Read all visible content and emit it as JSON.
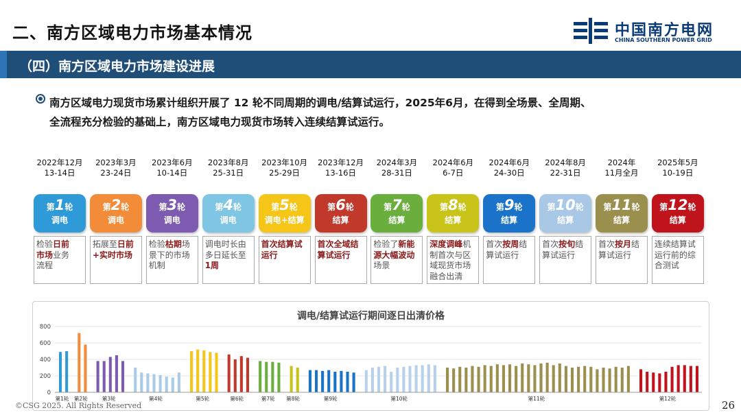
{
  "header": {
    "title": "二、南方区域电力市场基本情况",
    "logo_cn": "中国南方电网",
    "logo_en": "CHINA SOUTHERN POWER GRID",
    "brand_color": "#0b3a78"
  },
  "section": {
    "subtitle": "（四）南方区域电力市场建设进展",
    "bar_color": "#1f4e79"
  },
  "bullet": {
    "line1": "南方区域电力现货市场累计组织开展了 12 轮不同周期的调电/结算试运行，2025年6月，在得到全场景、全周期、",
    "line2": "全流程充分检验的基础上，南方区域电力现货市场转入连续结算试运行。"
  },
  "rounds": [
    {
      "date1": "2022年12月",
      "date2": "13-14日",
      "prefix": "第",
      "num": "1",
      "suffix": "轮",
      "type": "调电",
      "color": "#2e9bd8",
      "desc": [
        {
          "t": "检验"
        },
        {
          "t": "日前",
          "h": true
        },
        {
          "t": "\n"
        },
        {
          "t": "市场",
          "h": true
        },
        {
          "t": "业务\n流程"
        }
      ]
    },
    {
      "date1": "2023年3月",
      "date2": "23-24日",
      "prefix": "第",
      "num": "2",
      "suffix": "轮",
      "type": "调电",
      "color": "#f28c38",
      "desc": [
        {
          "t": "拓展至"
        },
        {
          "t": "日前\n+实时市场",
          "h": true
        }
      ]
    },
    {
      "date1": "2023年6月",
      "date2": "10-14日",
      "prefix": "第",
      "num": "3",
      "suffix": "轮",
      "type": "调电",
      "color": "#7c5bb0",
      "desc": [
        {
          "t": "检验"
        },
        {
          "t": "枯期",
          "h": true
        },
        {
          "t": "场\n景下的市场\n机制"
        }
      ]
    },
    {
      "date1": "2023年8月",
      "date2": "25-31日",
      "prefix": "第",
      "num": "4",
      "suffix": "轮",
      "type": "调电",
      "color": "#7fc6e4",
      "desc": [
        {
          "t": "调电时长由\n多日延长至\n"
        },
        {
          "t": "1周",
          "h": true
        }
      ]
    },
    {
      "date1": "2023年10月",
      "date2": "25-29日",
      "prefix": "第",
      "num": "5",
      "suffix": "轮",
      "type": "调电+结算",
      "color": "#f5c518",
      "desc": [
        {
          "t": "首次结算试\n运行",
          "h": true
        }
      ]
    },
    {
      "date1": "2023年12月",
      "date2": "13-16日",
      "prefix": "第",
      "num": "6",
      "suffix": "轮",
      "type": "结算",
      "color": "#c0392b",
      "desc": [
        {
          "t": "首次全域结\n算试运行",
          "h": true
        }
      ]
    },
    {
      "date1": "2024年3月",
      "date2": "28-31日",
      "prefix": "第",
      "num": "7",
      "suffix": "轮",
      "type": "结算",
      "color": "#6aaf3d",
      "desc": [
        {
          "t": "检验了"
        },
        {
          "t": "新能\n源大幅波动",
          "h": true
        },
        {
          "t": "\n场景"
        }
      ]
    },
    {
      "date1": "2024年6月",
      "date2": "6-7日",
      "prefix": "第",
      "num": "8",
      "suffix": "轮",
      "type": "结算",
      "color": "#c9c41a",
      "desc": [
        {
          "t": "深度调峰",
          "h": true
        },
        {
          "t": "机\n制首次与区\n域现货市场\n融合出清"
        }
      ]
    },
    {
      "date1": "2024年6月",
      "date2": "24-30日",
      "prefix": "第",
      "num": "9",
      "suffix": "轮",
      "type": "结算",
      "color": "#1a73c9",
      "desc": [
        {
          "t": "首次"
        },
        {
          "t": "按周",
          "h": true
        },
        {
          "t": "结\n算试运行"
        }
      ]
    },
    {
      "date1": "2024年8月",
      "date2": "22-31日",
      "prefix": "第",
      "num": "10",
      "suffix": "轮",
      "type": "结算",
      "color": "#a9c8e6",
      "desc": [
        {
          "t": "首次"
        },
        {
          "t": "按旬",
          "h": true
        },
        {
          "t": "结\n算试运行"
        }
      ]
    },
    {
      "date1": "2024年",
      "date2": "11月全月",
      "prefix": "第",
      "num": "11",
      "suffix": "轮",
      "type": "结算",
      "color": "#9b8f4e",
      "desc": [
        {
          "t": "首次"
        },
        {
          "t": "按月",
          "h": true
        },
        {
          "t": "结\n算试运行"
        }
      ]
    },
    {
      "date1": "2025年5月",
      "date2": "10-19日",
      "prefix": "第",
      "num": "12",
      "suffix": "轮",
      "type": "结算",
      "color": "#c0141c",
      "desc": [
        {
          "t": "连续结算试\n运行前的综\n合测试"
        }
      ]
    }
  ],
  "chart_data": {
    "type": "bar",
    "title": "调电/结算试运行期间逐日出清价格",
    "xlabel": "",
    "ylabel": "",
    "ylim": [
      0,
      800
    ],
    "yticks": [
      0,
      200,
      400,
      600,
      800
    ],
    "grid": true,
    "legend": "none",
    "series": [
      {
        "label": "第1轮",
        "color": "#2e9bd8",
        "values": [
          490,
          500
        ]
      },
      {
        "label": "第2轮",
        "color": "#f28c38",
        "values": [
          720,
          580
        ]
      },
      {
        "label": "第3轮",
        "color": "#7c5bb0",
        "values": [
          380,
          380,
          430,
          450,
          380
        ]
      },
      {
        "label": "第4轮",
        "color": "#a9cbe8",
        "values": [
          300,
          240,
          230,
          220,
          210,
          190,
          180,
          240
        ]
      },
      {
        "label": "第5轮",
        "color": "#f5c518",
        "values": [
          500,
          520,
          510,
          490,
          480
        ]
      },
      {
        "label": "第6轮",
        "color": "#c0392b",
        "values": [
          460,
          400,
          440,
          420
        ]
      },
      {
        "label": "第7轮",
        "color": "#6aaf3d",
        "values": [
          380,
          370,
          370,
          360
        ]
      },
      {
        "label": "第8轮",
        "color": "#c9c41a",
        "values": [
          320,
          300
        ]
      },
      {
        "label": "第9轮",
        "color": "#1a73c9",
        "values": [
          270,
          270,
          260,
          270,
          250,
          260,
          250,
          240
        ]
      },
      {
        "label": "第10轮",
        "color": "#b8d1ea",
        "values": [
          270,
          300,
          310,
          320,
          250,
          300,
          310,
          320,
          330,
          330,
          340,
          330
        ]
      },
      {
        "label": "第11轮",
        "color": "#9b8f4e",
        "values": [
          300,
          290,
          310,
          300,
          320,
          310,
          330,
          320,
          340,
          330,
          340,
          320,
          350,
          340,
          330,
          350,
          360,
          330,
          350,
          320,
          300,
          310,
          320,
          310,
          280,
          300,
          290,
          310,
          300,
          320
        ]
      },
      {
        "label": "第12轮",
        "color": "#c0141c",
        "values": [
          280,
          250,
          240,
          230,
          250,
          310,
          330,
          330,
          320,
          320
        ]
      }
    ]
  },
  "footer": {
    "copyright": "©CSG 2025. All Rights Reserved",
    "page": "26"
  }
}
